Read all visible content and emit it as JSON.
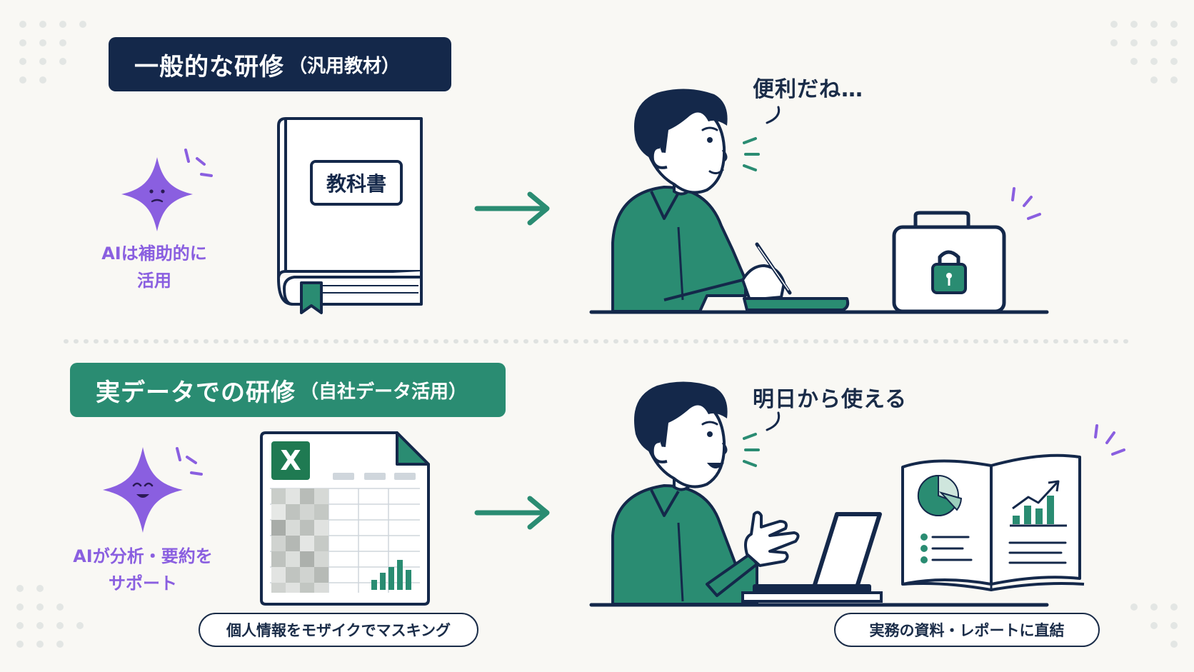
{
  "top_section": {
    "title_main": "一般的な研修",
    "title_sub": "（汎用教材）",
    "ai_label_line1": "AIは補助的に",
    "ai_label_line2": "活用",
    "book_label": "教科書",
    "speech": "便利だね…"
  },
  "bottom_section": {
    "title_main": "実データでの研修",
    "title_sub": "（自社データ活用）",
    "ai_label_line1": "AIが分析・要約を",
    "ai_label_line2": "サポート",
    "excel_letter": "X",
    "speech": "明日から使える",
    "caption_left": "個人情報をモザイクでマスキング",
    "caption_right": "実務の資料・レポートに直結"
  },
  "colors": {
    "navy": "#14284a",
    "green": "#2a8c72",
    "purple": "#8a5fe0",
    "background": "#f9f8f4"
  }
}
